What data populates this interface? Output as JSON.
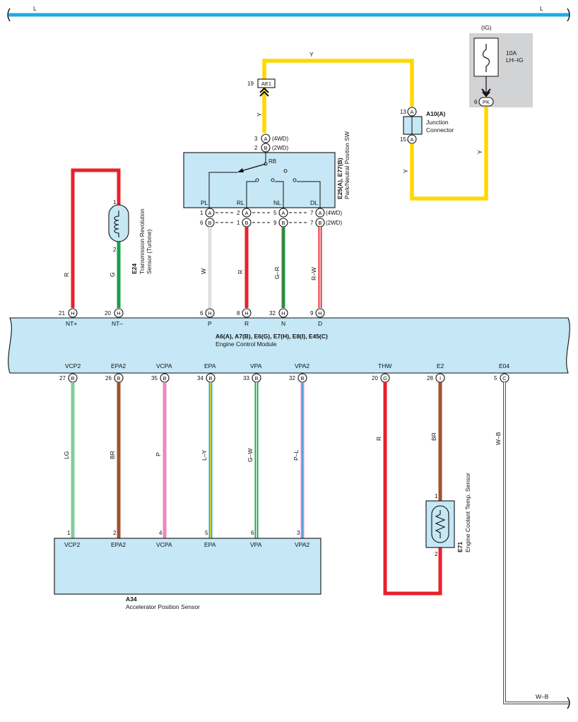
{
  "top_bus": {
    "left_label": "L",
    "right_label": "L",
    "color": "#1eaae7"
  },
  "fuse": {
    "group_label": "(IG)",
    "rating": "10A",
    "name": "LH–IG",
    "pin": "6",
    "conn": "PK"
  },
  "ae1": {
    "pin": "19",
    "label": "AE1"
  },
  "wire_colors": {
    "y_top": "Y",
    "y_left": "Y",
    "y_right": "Y",
    "y_mid": "Y",
    "r_sensor": "R",
    "g_sensor": "G",
    "w": "W",
    "r": "R",
    "gr": "G–R",
    "rw": "R–W",
    "lg": "LG",
    "br": "BR",
    "p": "P",
    "ly": "L–Y",
    "gw": "G–W",
    "pl": "P–L",
    "r_thw": "R",
    "br_e2": "BR",
    "wb_e04": "W–B",
    "wb_bottom": "W–B"
  },
  "junction": {
    "id": "A10(A)",
    "line1": "Junction",
    "line2": "Connector",
    "pin_top": "13",
    "pin_bottom": "15",
    "conn": "A"
  },
  "switch": {
    "id": "E25(A), E77(B)",
    "name": "Park/Neutral Position SW",
    "in_pins": [
      {
        "num": "3",
        "conn": "A",
        "tag": "(4WD)"
      },
      {
        "num": "2",
        "conn": "B",
        "tag": "(2WD)"
      }
    ],
    "rb": "RB",
    "terminals": [
      "PL",
      "RL",
      "NL",
      "DL"
    ],
    "row_a": [
      "1",
      "2",
      "5",
      "7"
    ],
    "row_b": [
      "6",
      "1",
      "9",
      "7"
    ],
    "tag_a": "(4WD)",
    "tag_b": "(2WD)"
  },
  "trans_sensor": {
    "id": "E24",
    "line1": "Transmission Revolution",
    "line2": "Sensor (Turbine)",
    "pin1": "1",
    "pin2": "2"
  },
  "ecm": {
    "ids": "A6(A), A7(B), E6(G), E7(H), E8(I), E45(C)",
    "name": "Engine Control Module",
    "top_pins": [
      {
        "num": "21",
        "conn": "H",
        "term": "NT+"
      },
      {
        "num": "20",
        "conn": "H",
        "term": "NT–"
      },
      {
        "num": "6",
        "conn": "H",
        "term": "P"
      },
      {
        "num": "8",
        "conn": "H",
        "term": "R"
      },
      {
        "num": "32",
        "conn": "H",
        "term": "N"
      },
      {
        "num": "9",
        "conn": "H",
        "term": "D"
      }
    ],
    "bottom_pins": [
      {
        "num": "27",
        "conn": "B",
        "term": "VCP2"
      },
      {
        "num": "26",
        "conn": "B",
        "term": "EPA2"
      },
      {
        "num": "35",
        "conn": "B",
        "term": "VCPA"
      },
      {
        "num": "34",
        "conn": "B",
        "term": "EPA"
      },
      {
        "num": "33",
        "conn": "B",
        "term": "VPA"
      },
      {
        "num": "32",
        "conn": "B",
        "term": "VPA2"
      },
      {
        "num": "20",
        "conn": "G",
        "term": "THW"
      },
      {
        "num": "28",
        "conn": "I",
        "term": "E2"
      },
      {
        "num": "5",
        "conn": "C",
        "term": "E04"
      }
    ]
  },
  "accel_sensor": {
    "id": "A34",
    "name": "Accelerator Position Sensor",
    "pins": [
      {
        "num": "1",
        "term": "VCP2"
      },
      {
        "num": "2",
        "term": "EPA2"
      },
      {
        "num": "4",
        "term": "VCPA"
      },
      {
        "num": "5",
        "term": "EPA"
      },
      {
        "num": "6",
        "term": "VPA"
      },
      {
        "num": "3",
        "term": "VPA2"
      }
    ]
  },
  "coolant_sensor": {
    "id": "E71",
    "name": "Engine Coolant Temp.  Sensor",
    "pin1": "1",
    "pin2": "2"
  }
}
